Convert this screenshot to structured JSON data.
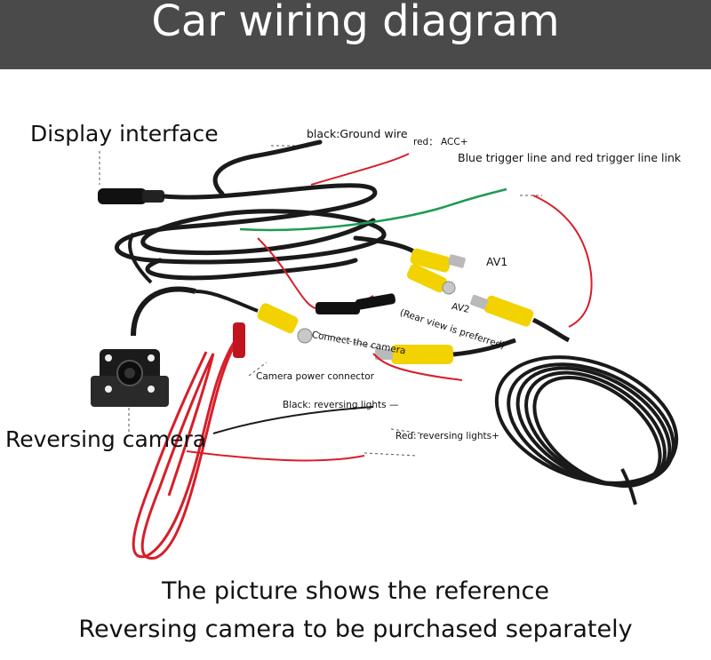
{
  "header": {
    "title": "Car wiring diagram"
  },
  "labels": {
    "display_interface": "Display interface",
    "ground_wire": "black:Ground wire",
    "acc": "red： ACC+",
    "trigger": "Blue trigger line and red trigger line link",
    "av1": "AV1",
    "av2": "AV2",
    "rear_view": "(Rear view is preferred)",
    "connect_camera": "Connect the camera",
    "camera_power": "Camera power connector",
    "black_reversing": "Black: reversing lights —",
    "red_reversing": "Red: reversing lights+",
    "reversing_camera": "Reversing camera"
  },
  "footer": {
    "line1": "The picture shows the reference",
    "line2": "Reversing camera to be purchased separately"
  },
  "colors": {
    "header_bg": "#4a4a4a",
    "cable_black": "#1a1a1a",
    "wire_red": "#d61f2a",
    "wire_green": "#1f9a55",
    "rca_yellow": "#f2d200",
    "leader_line": "#555555"
  }
}
